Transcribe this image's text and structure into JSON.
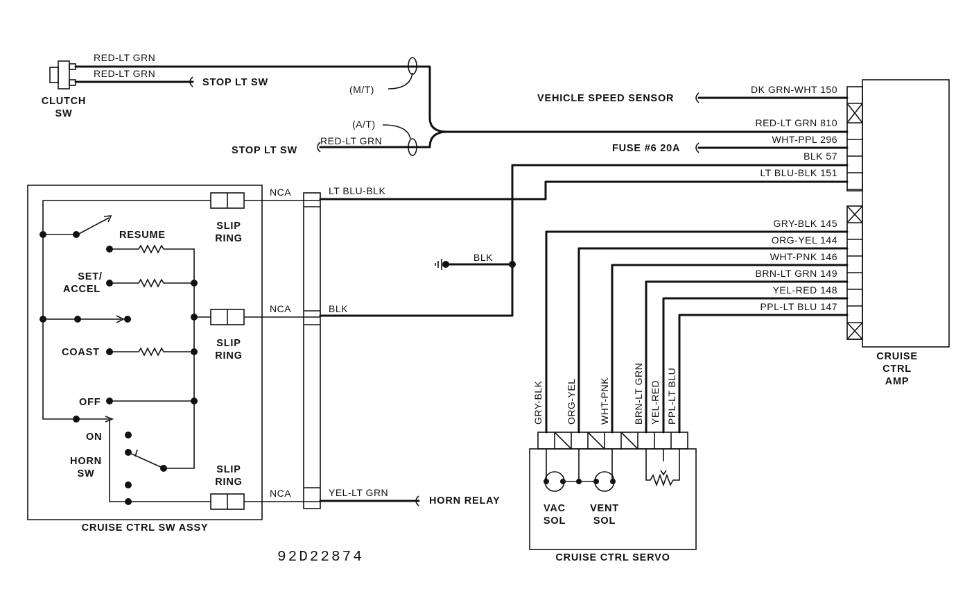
{
  "figure_id": "92D22874",
  "components": {
    "clutch_sw": [
      "CLUTCH",
      "SW"
    ],
    "cruise_ctrl_amp": [
      "CRUISE",
      "CTRL",
      "AMP"
    ],
    "cruise_ctrl_sw_assy": "CRUISE CTRL SW ASSY",
    "cruise_ctrl_servo": "CRUISE CTRL SERVO",
    "vac_sol": [
      "VAC",
      "SOL"
    ],
    "vent_sol": [
      "VENT",
      "SOL"
    ],
    "slip_ring": [
      "SLIP",
      "RING"
    ]
  },
  "external_refs": {
    "stop_lt_sw": "STOP LT SW",
    "vehicle_speed_sensor": "VEHICLE SPEED SENSOR",
    "fuse": "FUSE #6 20A",
    "horn_relay": "HORN RELAY"
  },
  "transmission_labels": {
    "manual": "(M/T)",
    "automatic": "(A/T)"
  },
  "switch_labels": {
    "resume": "RESUME",
    "set_accel": [
      "SET/",
      "ACCEL"
    ],
    "coast": "COAST",
    "off": "OFF",
    "on": "ON",
    "horn_sw": [
      "HORN",
      "SW"
    ]
  },
  "nca": "NCA",
  "wires": {
    "clutch_top": "RED-LT GRN",
    "clutch_bottom": "RED-LT GRN",
    "at_stop": "RED-LT GRN",
    "ground": "BLK",
    "sw_top": "LT BLU-BLK",
    "sw_mid": "BLK",
    "sw_bottom": "YEL-LT GRN"
  },
  "amp_pins": [
    "DK GRN-WHT 150",
    "RED-LT GRN 810",
    "WHT-PPL 296",
    "BLK 57",
    "LT BLU-BLK 151",
    "GRY-BLK 145",
    "ORG-YEL 144",
    "WHT-PNK 146",
    "BRN-LT GRN 149",
    "YEL-RED 148",
    "PPL-LT BLU 147"
  ],
  "servo_pins": [
    "GRY-BLK",
    "ORG-YEL",
    "WHT-PNK",
    "BRN-LT GRN",
    "YEL-RED",
    "PPL-LT BLU"
  ]
}
